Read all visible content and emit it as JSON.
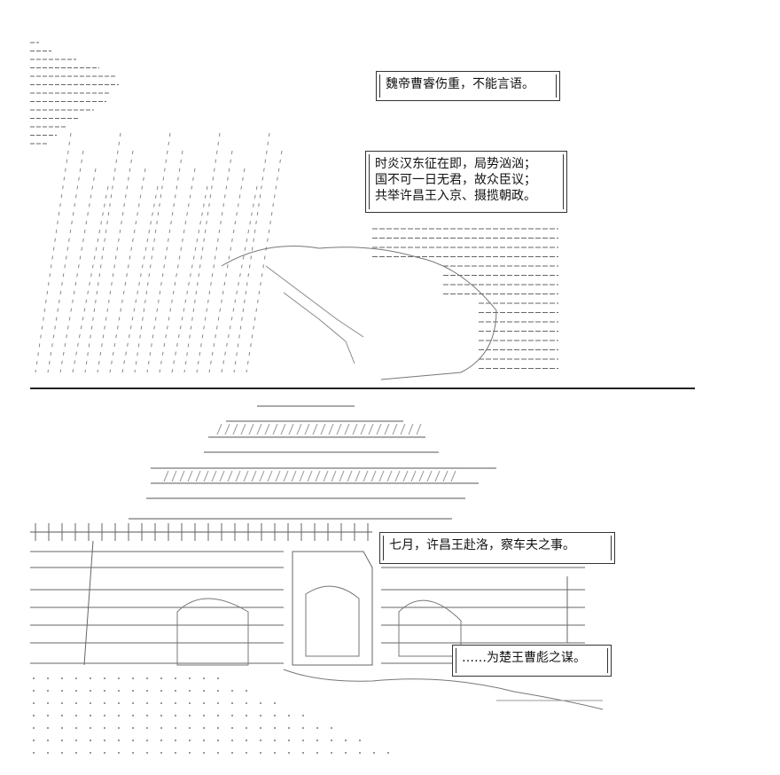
{
  "captions": {
    "caption_1": {
      "lines": [
        "魏帝曹睿伤重，不能言语。"
      ]
    },
    "caption_2": {
      "lines": [
        "时炎汉东征在即，局势汹汹；",
        "国不可一日无君，故众臣议；",
        "共举许昌王入京、摄揽朝政。"
      ]
    },
    "caption_3": {
      "lines": [
        "七月，许昌王赴洛，察车夫之事。"
      ]
    },
    "caption_4": {
      "lines": [
        "……为楚王曹彪之谋。"
      ]
    }
  }
}
